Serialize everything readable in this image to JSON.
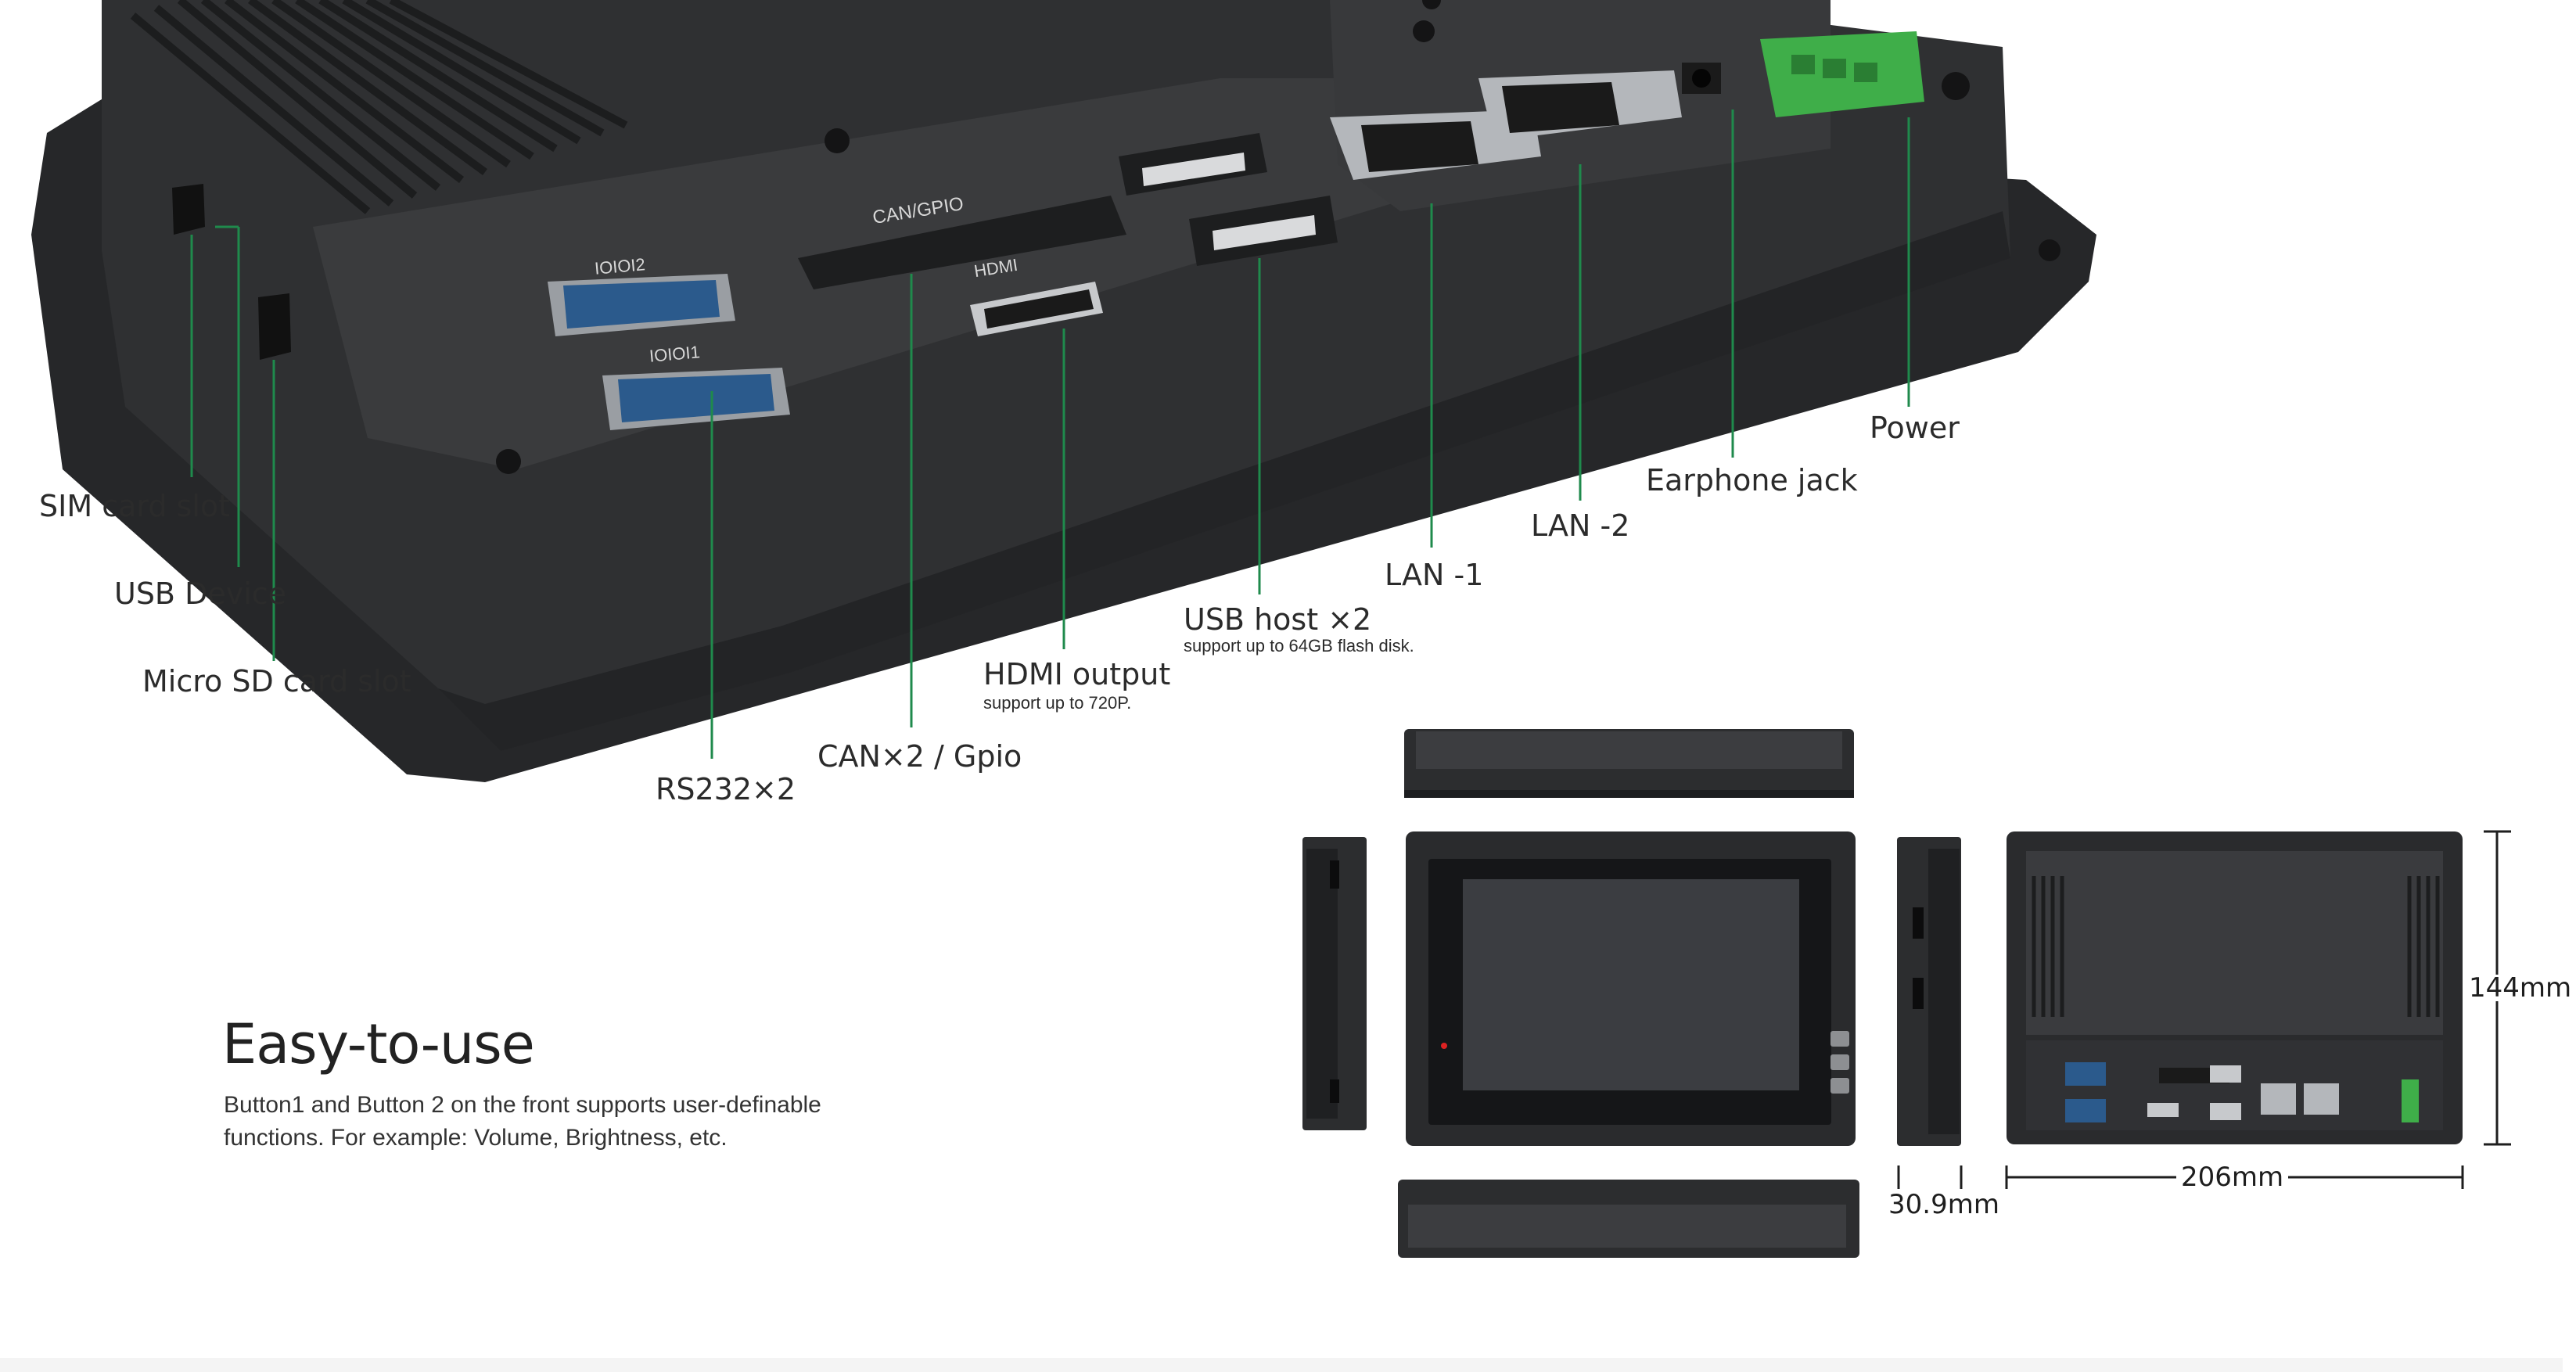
{
  "callouts": {
    "sim_card_slot": "SIM card slot",
    "usb_device": "USB Device",
    "micro_sd": "Micro SD card slot",
    "rs232": "RS232×2",
    "can_gpio": "CAN×2 / Gpio",
    "hdmi_output": "HDMI output",
    "hdmi_note": "support up to 720P.",
    "usb_host": "USB host ×2",
    "usb_host_note": "support up to 64GB flash disk.",
    "lan1": "LAN -1",
    "lan2": "LAN -2",
    "earphone": "Earphone jack",
    "power": "Power"
  },
  "device_labels": {
    "can_gpio_header": "CAN/GPIO",
    "hdmi_port": "HDMI",
    "com2": "IOIOI2",
    "com1": "IOIOI1"
  },
  "feature": {
    "title": "Easy-to-use",
    "description": "Button1 and Button 2 on the front supports user-definable functions.  For example: Volume, Brightness, etc."
  },
  "dimensions": {
    "height": "144mm",
    "width": "206mm",
    "depth": "30.9mm"
  },
  "colors": {
    "leader_line": "#1f8a4c",
    "device_body": "#2e2f31",
    "terminal_green": "#3fae49",
    "serial_blue": "#2b5a8c"
  }
}
